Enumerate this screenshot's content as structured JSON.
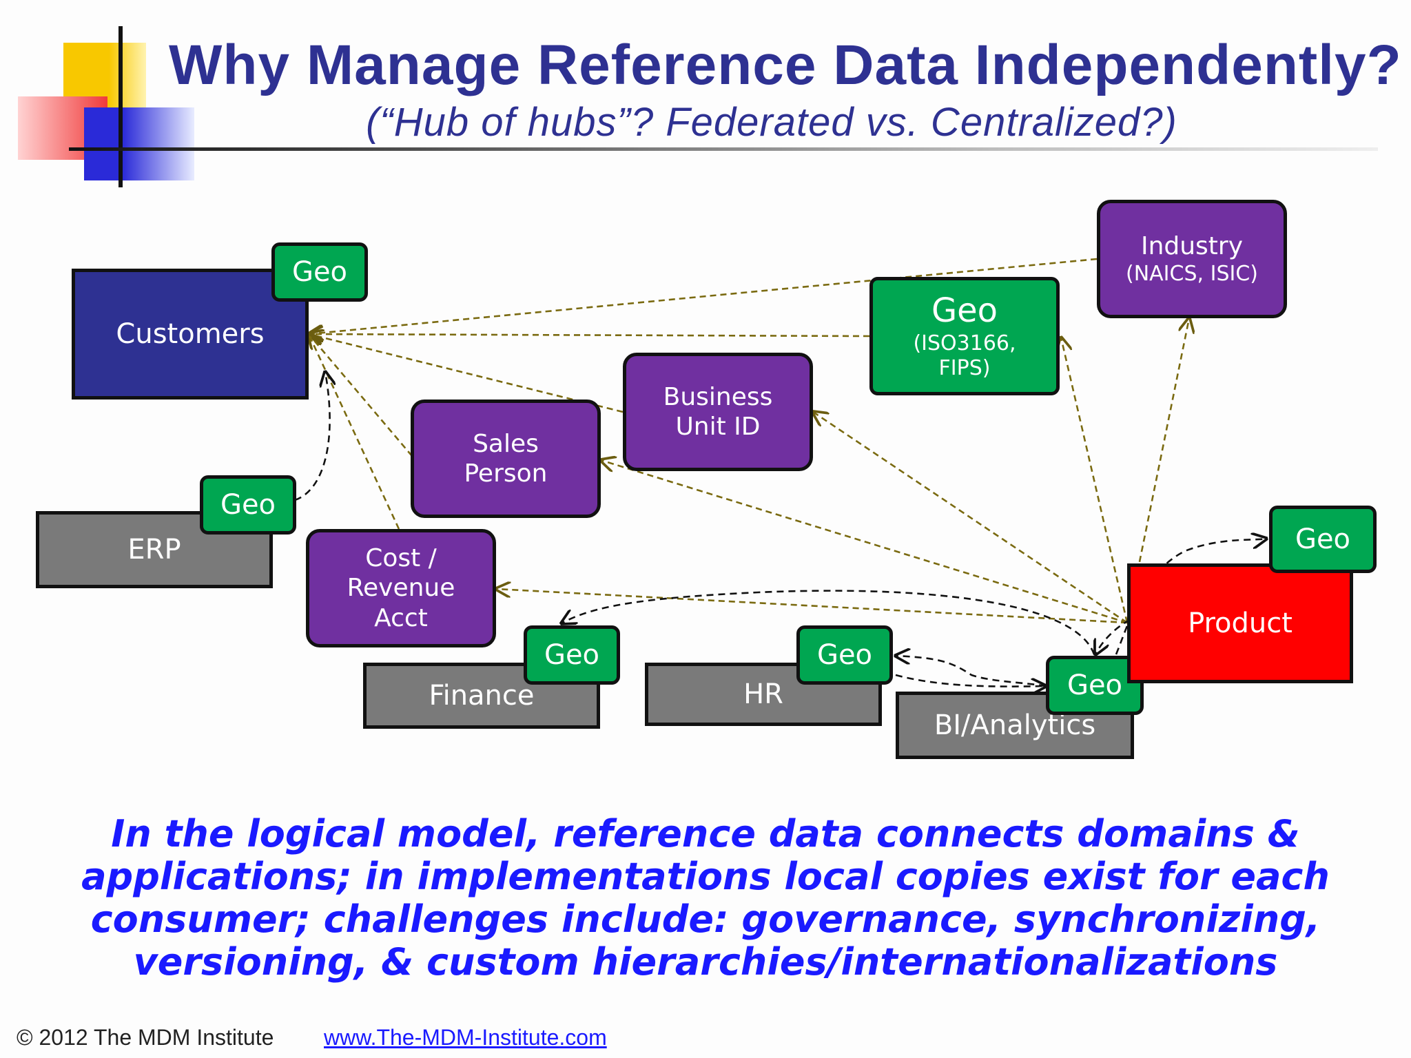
{
  "header": {
    "title": "Why Manage Reference Data Independently?",
    "subtitle": "(“Hub of hubs”? Federated vs. Centralized?)"
  },
  "diagram": {
    "customers": "Customers",
    "erp": "ERP",
    "finance": "Finance",
    "hr": "HR",
    "bi": "BI/Analytics",
    "product": "Product",
    "sales_person": [
      "Sales",
      "Person"
    ],
    "business_unit": [
      "Business",
      "Unit ID"
    ],
    "cost_revenue": [
      "Cost /",
      "Revenue",
      "Acct"
    ],
    "geo_central": {
      "label": "Geo",
      "sub": [
        "(ISO3166,",
        "FIPS)"
      ]
    },
    "industry": {
      "label": "Industry",
      "sub": "(NAICS, ISIC)"
    },
    "geo_label": "Geo",
    "colors": {
      "domain_blue": "#2e3192",
      "purple": "#7030a0",
      "green": "#00a651",
      "gray": "#7a7a7a",
      "product_red": "#ff0000",
      "link": "#7a6a10"
    }
  },
  "caption": [
    "In the logical model, reference data connects domains &",
    "applications; in implementations local copies exist for each",
    "consumer; challenges include: governance, synchronizing,",
    "versioning, & custom hierarchies/internationalizations"
  ],
  "footer": {
    "copyright": "© 2012 The MDM Institute",
    "link": "www.The-MDM-Institute.com"
  }
}
